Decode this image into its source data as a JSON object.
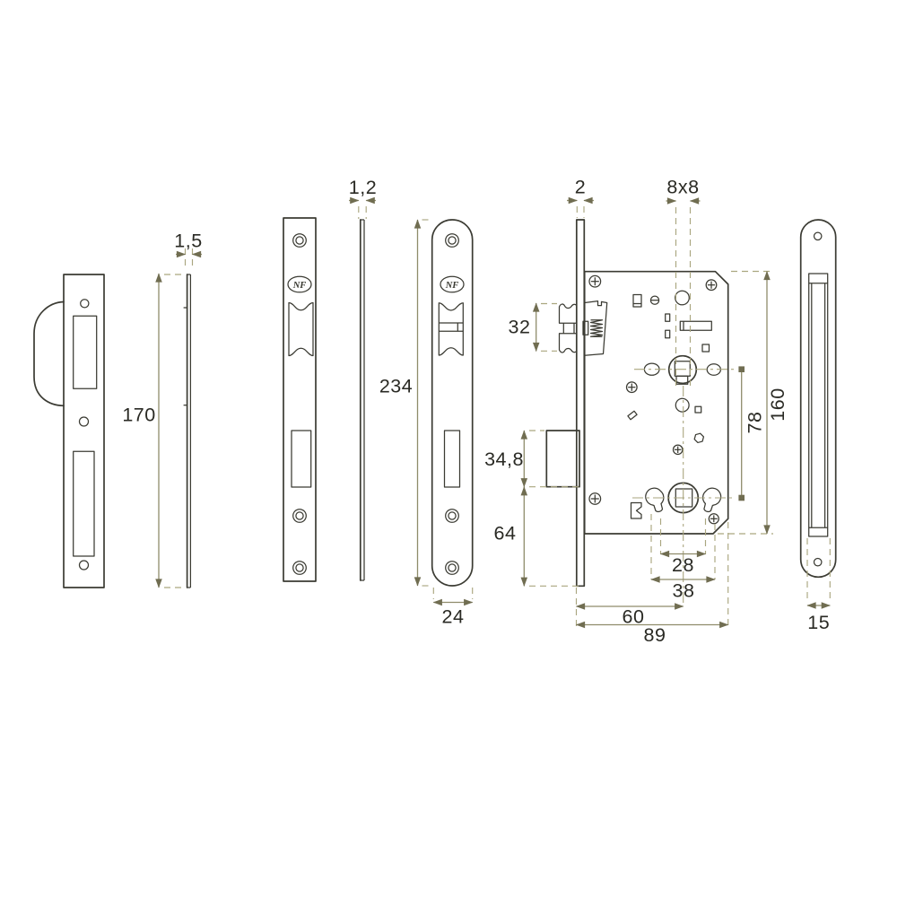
{
  "drawing": {
    "kind": "mortise-lock-technical-drawing",
    "logo": {
      "text": "NF"
    },
    "dimensions": {
      "strike_thickness": "1,5",
      "strike_height": "170",
      "faceplate_thickness": "1,2",
      "faceplate_height": "234",
      "faceplate_width": "24",
      "lock_plate_thickness": "2",
      "spindle_square": "8x8",
      "latch_height": "32",
      "deadbolt_height": "34,8",
      "bolt_to_plate_end": "64",
      "case_height": "160",
      "axis_distance": "78",
      "cylinder_width": "28",
      "fixing_width": "38",
      "backset": "60",
      "case_depth": "89",
      "cover_width": "15"
    },
    "colors": {
      "background": "#ffffff",
      "part_line": "#3b3b33",
      "dimension_line": "#8f8c6b",
      "extension_line": "#aaa67f",
      "text": "#2a2a24"
    }
  }
}
